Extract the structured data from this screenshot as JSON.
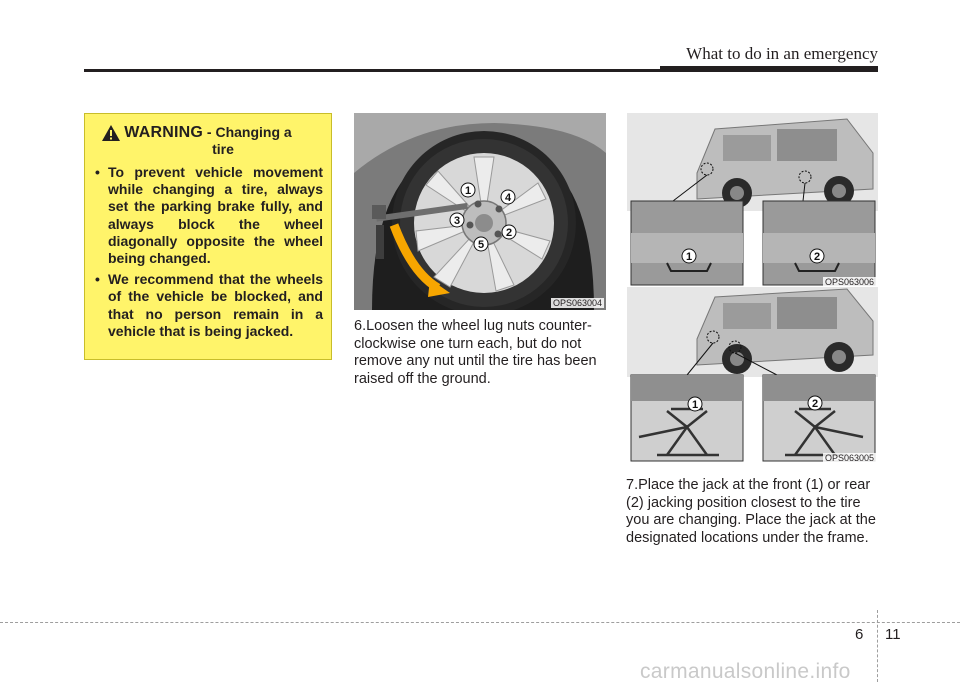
{
  "header": {
    "title": "What to do in an emergency"
  },
  "warning": {
    "word": "WARNING",
    "subtitle_a": " - Changing a",
    "subtitle_b": "tire",
    "items": [
      "To prevent vehicle movement while changing a tire, always set the parking brake fully, and always block the wheel diagonally opposite the wheel being changed.",
      "We recommend that the wheels of the vehicle be blocked, and that no person remain in a vehicle that is being jacked."
    ]
  },
  "figures": {
    "wheel": {
      "code": "OPS063004",
      "labels": [
        "1",
        "2",
        "3",
        "4",
        "5"
      ]
    },
    "jack_points": {
      "code": "OPS063006",
      "labels": [
        "1",
        "2"
      ]
    },
    "jack_placement": {
      "code": "OPS063005",
      "labels": [
        "1",
        "2"
      ]
    }
  },
  "steps": [
    {
      "number": "6.",
      "text": "Loosen the wheel lug nuts counter-clockwise one turn each, but do not remove any nut until the tire has been raised off the ground."
    },
    {
      "number": "7.",
      "text": "Place the jack at the front (1) or rear (2) jacking position closest to the tire you are changing. Place the jack at the designated locations under the frame."
    }
  ],
  "footer": {
    "chapter": "6",
    "page": "11",
    "watermark": "carmanualsonline.info"
  },
  "colors": {
    "warning_bg": "#fff46a",
    "arrow": "#f7a600",
    "text": "#231f20"
  }
}
